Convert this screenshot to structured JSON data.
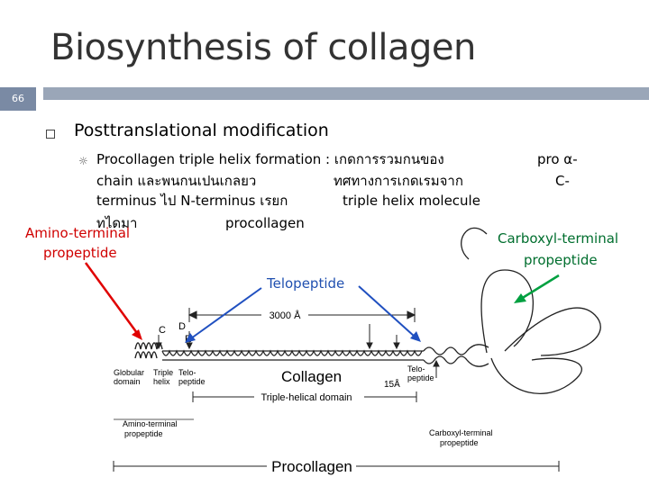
{
  "slide": {
    "title": "Biosynthesis of collagen",
    "number": "66",
    "bullet1": "Posttranslational modification",
    "sub_lines": [
      "Procollagen triple helix formation : เกดการรวมกนของ",
      "chain และพนกนเปนเกลยว",
      "ทศทางการเกดเรมจาก",
      "terminus ไป N-terminus เรยก",
      "triple helix molecule",
      "ทไดมา",
      "procollagen",
      "pro α-",
      "C-"
    ]
  },
  "annotations": {
    "amino": "Amino-terminal",
    "amino2": "propeptide",
    "telo": "Telopeptide",
    "carboxyl": "Carboxyl-terminal",
    "carboxyl2": "propeptide"
  },
  "diagram": {
    "length_label": "3000 Å",
    "width_label": "15Å",
    "collagen_label": "Collagen",
    "triple_helical_domain": "Triple-helical domain",
    "globular_domain": "Globular\ndomain",
    "triple_helix": "Triple\nhelix",
    "telopeptide_left": "Telo-\npeptide",
    "telopeptide_right": "Telo-\npeptide",
    "amino_terminal_propeptide": "Amino-terminal\npropeptide",
    "carboxyl_terminal_propeptide": "Carboxyl-terminal\npropeptide",
    "procollagen_label": "Procollagen",
    "letter_c": "C",
    "letter_d": "D",
    "letter_e": "E"
  },
  "colors": {
    "red": "#d00000",
    "blue": "#2050b0",
    "green": "#009040"
  }
}
